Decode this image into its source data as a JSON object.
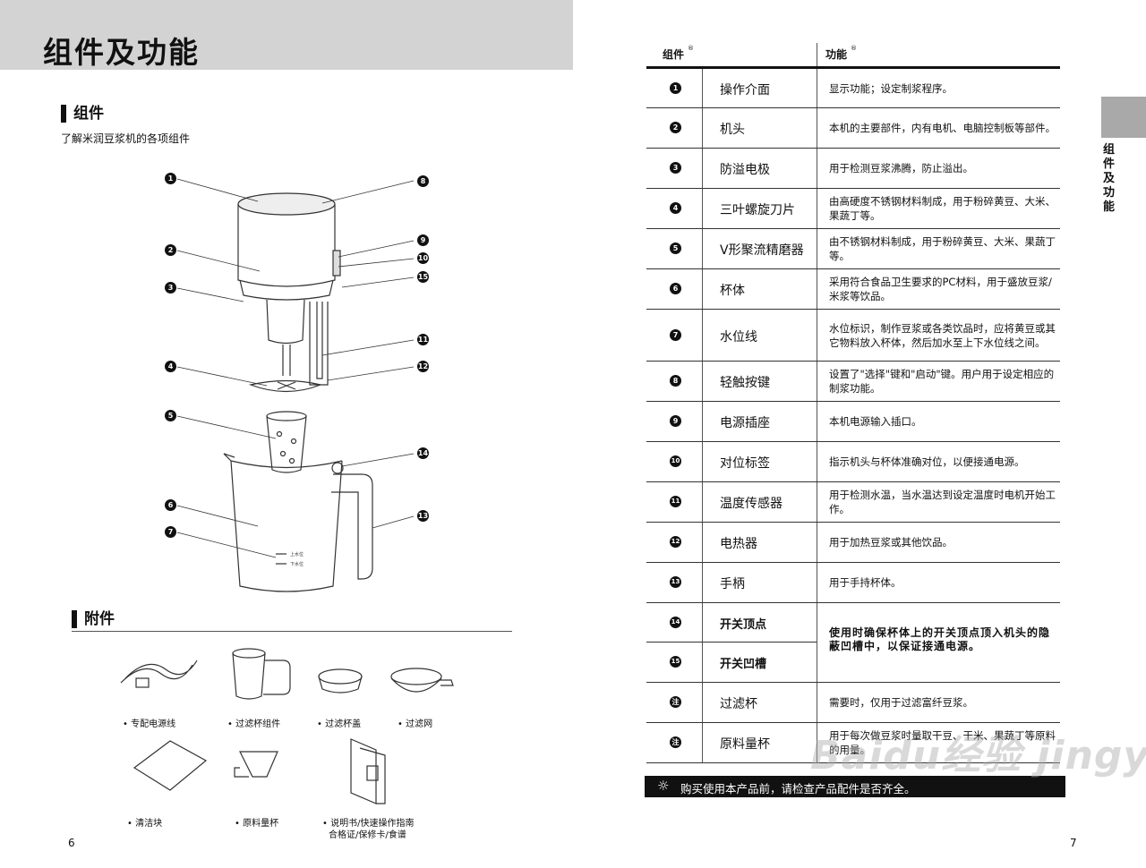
{
  "left_page": {
    "title": "组件及功能",
    "components_heading": "组件",
    "components_subtitle": "了解米润豆浆机的各项组件",
    "accessories_heading": "附件",
    "accessories": [
      "• 专配电源线",
      "•  过滤杯组件",
      "•  过滤杯盖",
      "•  过滤网",
      "•  清洁块",
      "•  原料量杯",
      "•  说明书/快速操作指南",
      "合格证/保修卡/食谱"
    ],
    "page_number": "6",
    "diagram_labels": {
      "upper": "上水位",
      "lower": "下水位"
    },
    "callouts": [
      "1",
      "2",
      "3",
      "4",
      "5",
      "6",
      "7",
      "8",
      "9",
      "10",
      "15",
      "11",
      "12",
      "14",
      "13"
    ]
  },
  "right_page": {
    "header_component": "组件",
    "header_function": "功能",
    "rows": [
      {
        "num": "1",
        "name": "操作介面",
        "func": "显示功能；设定制浆程序。"
      },
      {
        "num": "2",
        "name": "机头",
        "func": "本机的主要部件，内有电机、电脑控制板等部件。"
      },
      {
        "num": "3",
        "name": "防溢电极",
        "func": "用于检测豆浆沸腾，防止溢出。"
      },
      {
        "num": "4",
        "name": "三叶螺旋刀片",
        "func": "由高硬度不锈钢材料制成，用于粉碎黄豆、大米、果蔬丁等。"
      },
      {
        "num": "5",
        "name": "V形聚流精磨器",
        "func": "由不锈钢材料制成，用于粉碎黄豆、大米、果蔬丁等。"
      },
      {
        "num": "6",
        "name": "杯体",
        "func": "采用符合食品卫生要求的PC材料，用于盛放豆浆/米浆等饮品。"
      },
      {
        "num": "7",
        "name": "水位线",
        "func": "水位标识，制作豆浆或各类饮品时，应将黄豆或其它物料放入杯体，然后加水至上下水位线之间。"
      },
      {
        "num": "8",
        "name": "轻触按键",
        "func": "设置了\"选择\"键和\"启动\"键。用户用于设定相应的制浆功能。"
      },
      {
        "num": "9",
        "name": "电源插座",
        "func": "本机电源输入插口。"
      },
      {
        "num": "10",
        "name": "对位标签",
        "func": "指示机头与杯体准确对位，以便接通电源。"
      },
      {
        "num": "11",
        "name": "温度传感器",
        "func": "用于检测水温，当水温达到设定温度时电机开始工作。"
      },
      {
        "num": "12",
        "name": "电热器",
        "func": "用于加热豆浆或其他饮品。"
      },
      {
        "num": "13",
        "name": "手柄",
        "func": "用于手持杯体。"
      },
      {
        "num": "14",
        "name": "开关顶点",
        "func": ""
      },
      {
        "num": "15",
        "name": "开关凹槽",
        "func": ""
      },
      {
        "num": "注",
        "name": "过滤杯",
        "func": "需要时，仅用于过滤富纤豆浆。"
      },
      {
        "num": "注",
        "name": "原料量杯",
        "func": "用于每次做豆浆时量取干豆、干米、果蔬丁等原料的用量。"
      }
    ],
    "merged_func_14_15": "使用时确保杯体上的开关顶点顶入机头的隐蔽凹槽中，以保证接通电源。",
    "side_tab": "组件及功能",
    "tip": "购买使用本产品前，请检查产品配件是否齐全。",
    "page_number": "7",
    "watermark": "Baidu经验 jingyan.baidu.com"
  }
}
